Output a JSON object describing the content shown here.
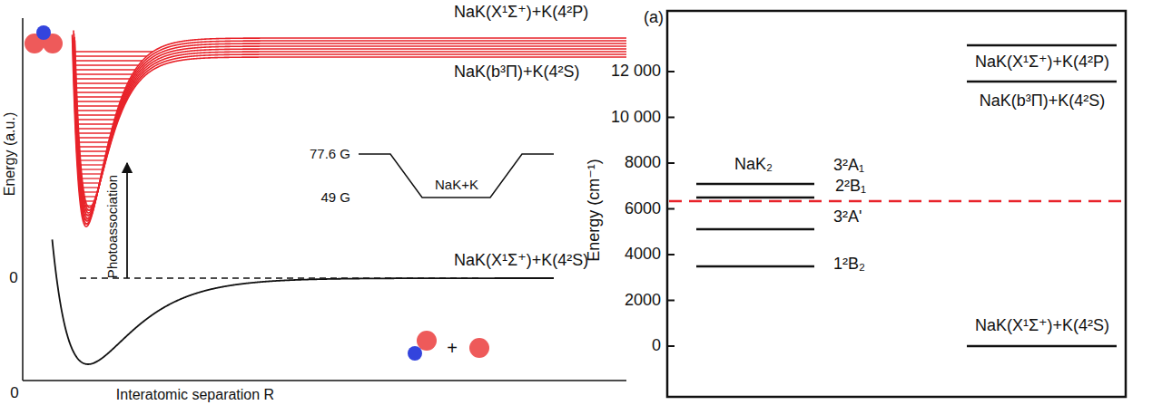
{
  "diagram": {
    "labels": [
      "NaK(X¹Σ⁺)+K(4²P)",
      "NaK(b³Π)+K(4²S)",
      "77.6 G",
      "NaK+K",
      "49 G",
      "Photoassociation",
      "0",
      "NaK(X¹Σ⁺)+K(4²S)",
      "+",
      "Energy (a.u.)",
      "0",
      "Interatomic separation R",
      "(a)",
      "12 000",
      "10 000",
      "8000",
      "6000",
      "4000",
      "2000",
      "0",
      "Energy  (cm⁻¹)",
      "NaK₂",
      "3²A₁",
      "2²B₁",
      "3²A'",
      "1²B₂",
      "NaK(X¹Σ⁺)+K(4²P)",
      "NaK(b³Π)+K(4²S)",
      "NaK(X¹Σ⁺)+K(4²S)"
    ]
  }
}
